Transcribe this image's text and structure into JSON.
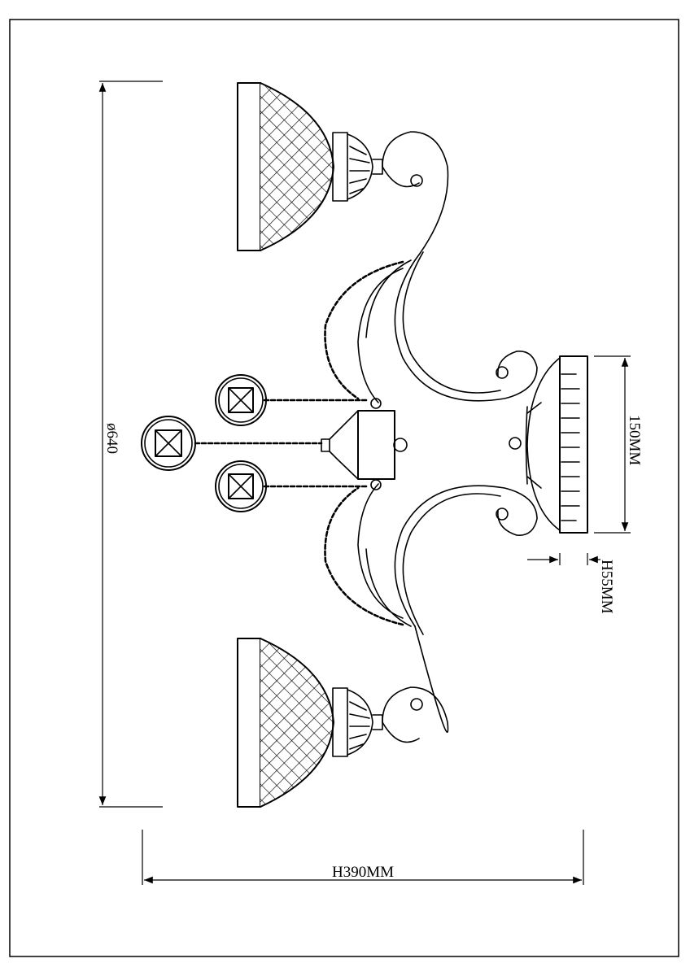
{
  "drawing": {
    "dimensions": {
      "diameter_label": "ø640",
      "height_label": "H390MM",
      "canopy_label": "150MM",
      "canopy_height_label": "H55MM"
    },
    "colors": {
      "line": "#000000",
      "background": "#ffffff"
    },
    "parts": {
      "lamp_shades": 2,
      "crystal_pendants": 3,
      "canopy": 1
    }
  }
}
